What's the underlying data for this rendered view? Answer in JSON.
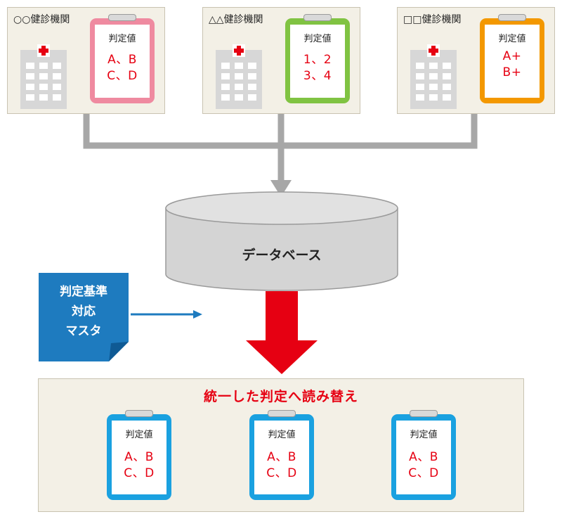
{
  "facilities": [
    {
      "name": "○○健診機関",
      "label": "判定値",
      "values": [
        "A、B",
        "C、D"
      ],
      "color": "#ef8aa0"
    },
    {
      "name": "△△健診機関",
      "label": "判定値",
      "values": [
        "1、2",
        "3、4"
      ],
      "color": "#80c342"
    },
    {
      "name": "□□健診機関",
      "label": "判定値",
      "values": [
        "A+",
        "B+"
      ],
      "color": "#f39800"
    }
  ],
  "database": {
    "label": "データベース"
  },
  "master": {
    "lines": [
      "判定基準",
      "対応",
      "マスタ"
    ]
  },
  "result": {
    "title": "統一した判定へ読み替え",
    "boards": [
      {
        "label": "判定値",
        "values": [
          "A、B",
          "C、D"
        ]
      },
      {
        "label": "判定値",
        "values": [
          "A、B",
          "C、D"
        ]
      },
      {
        "label": "判定値",
        "values": [
          "A、B",
          "C、D"
        ]
      }
    ],
    "board_color": "#1aa1e0"
  },
  "colors": {
    "connector": "#a7a7a7",
    "big_arrow": "#e60012",
    "master_blue": "#1e7bbf",
    "panel_bg": "#f3f0e6"
  }
}
